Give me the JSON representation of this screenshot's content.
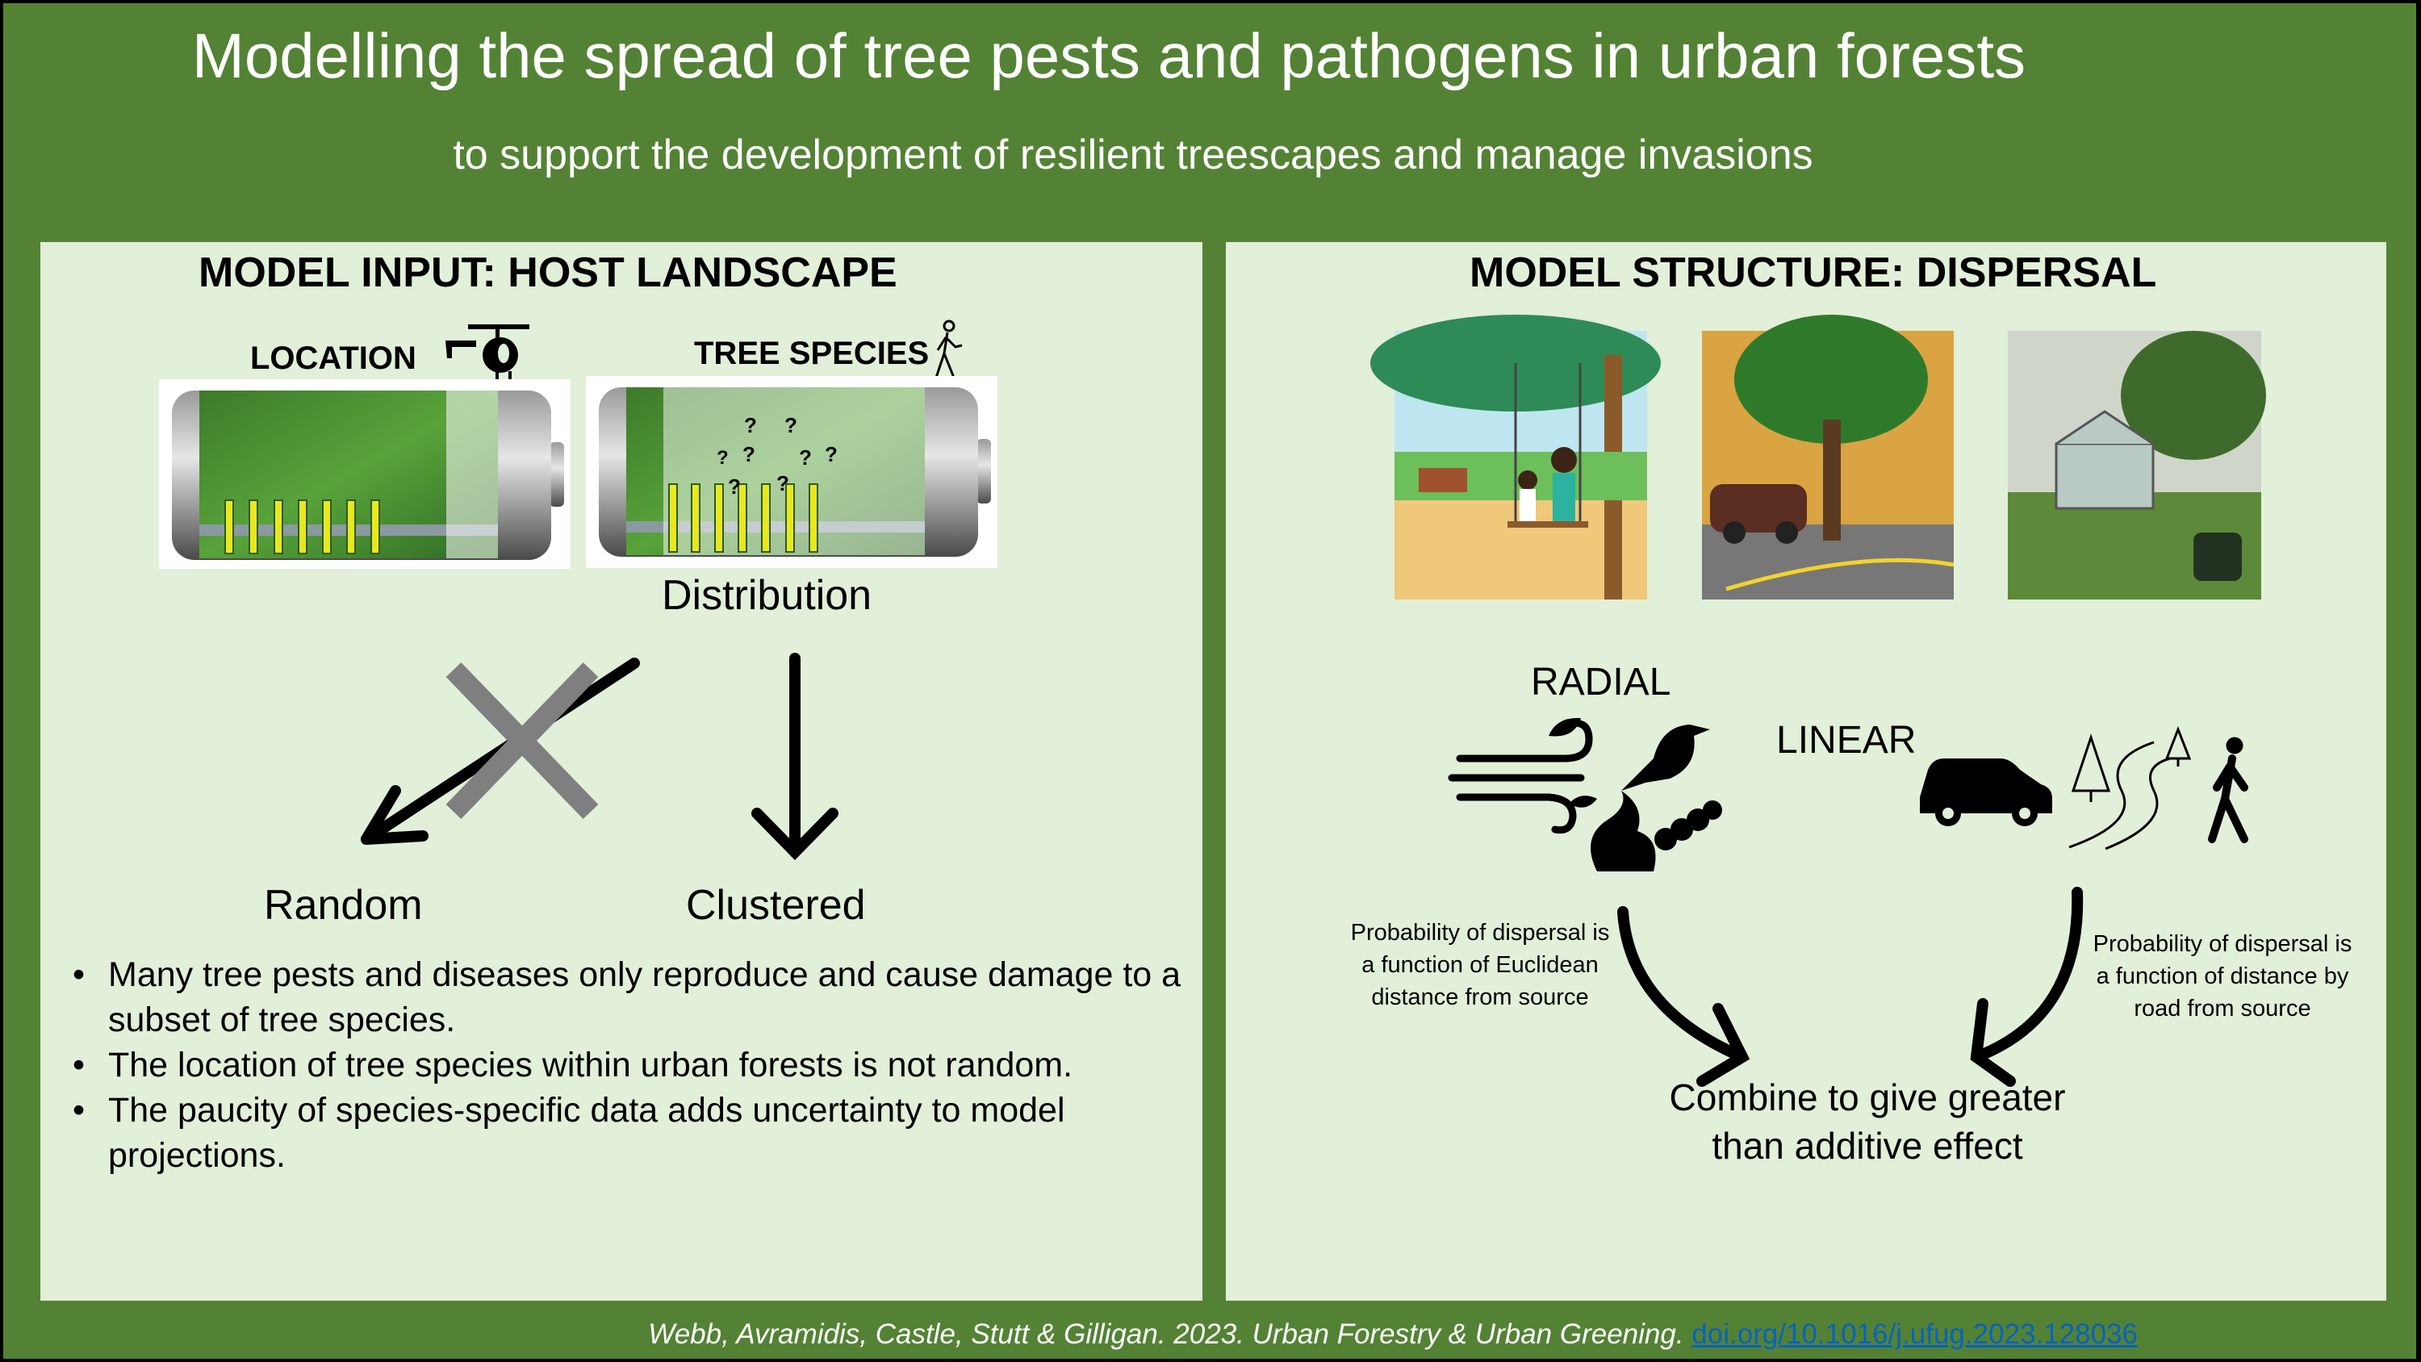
{
  "header": {
    "title": "Modelling the spread of tree pests and pathogens in urban forests",
    "subtitle": "to support the development of resilient treescapes and manage invasions"
  },
  "left_panel": {
    "heading": "MODEL INPUT: HOST LANDSCAPE",
    "location_label": "LOCATION",
    "tree_species_label": "TREE SPECIES",
    "distribution_label": "Distribution",
    "random_label": "Random",
    "clustered_label": "Clustered",
    "question_mark": "?",
    "bullets": [
      "Many tree pests and diseases only reproduce and cause damage to a subset of tree species.",
      "The location of tree species within urban forests is not random.",
      "The paucity of species-specific data adds uncertainty to model projections."
    ]
  },
  "right_panel": {
    "heading": "MODEL STRUCTURE: DISPERSAL",
    "radial_label": "RADIAL",
    "linear_label": "LINEAR",
    "radial_note": [
      "Probability of dispersal is",
      "a function of Euclidean",
      "distance from source"
    ],
    "linear_note": [
      "Probability of dispersal is",
      "a function of distance by",
      "road from source"
    ],
    "combine": [
      "Combine to give greater",
      "than additive effect"
    ]
  },
  "footer": {
    "citation": "Webb, Avramidis, Castle, Stutt & Gilligan. 2023. Urban Forestry & Urban Greening.",
    "doi": "doi.org/10.1016/j.ufug.2023.128036"
  },
  "colors": {
    "background": "#548235",
    "panel": "#e2efd9",
    "bar": "#e8e81f",
    "link": "#0563c1"
  }
}
